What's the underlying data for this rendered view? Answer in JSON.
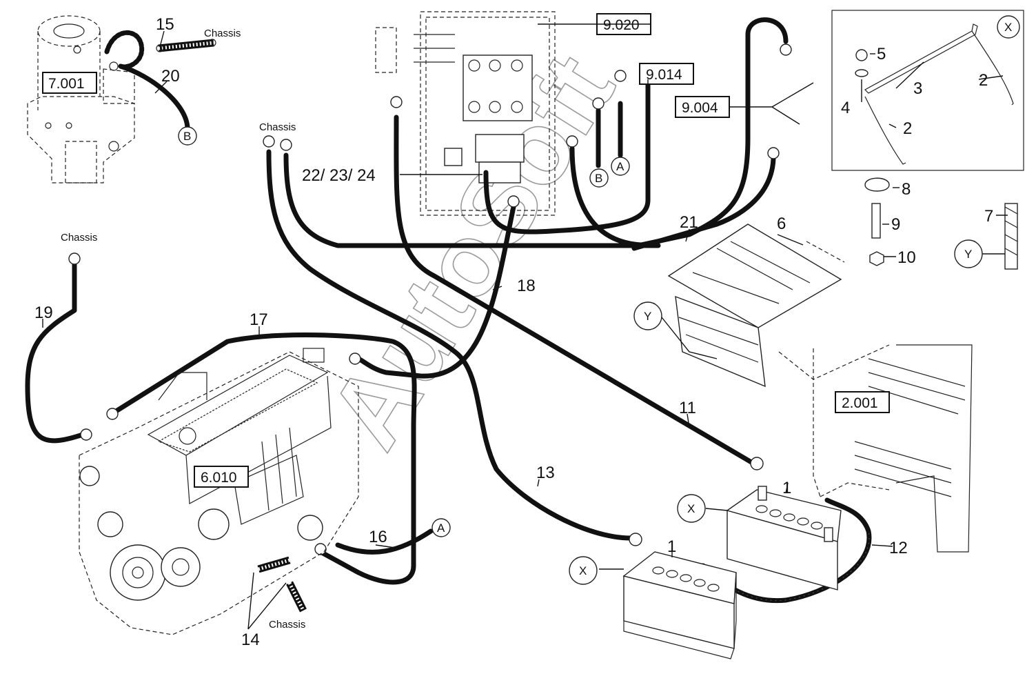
{
  "watermark": "AutoSoft",
  "reference_boxes": {
    "r7001": "7.001",
    "r9020": "9.020",
    "r9014": "9.014",
    "r9004": "9.004",
    "r6010": "6.010",
    "r2001": "2.001"
  },
  "callouts": {
    "n1a": "1",
    "n1b": "1",
    "n2a": "2",
    "n2b": "2",
    "n3": "3",
    "n4": "4",
    "n5": "5",
    "n6": "6",
    "n7": "7",
    "n8": "8",
    "n9": "9",
    "n10": "10",
    "n11": "11",
    "n12": "12",
    "n13": "13",
    "n14": "14",
    "n15": "15",
    "n16": "16",
    "n17": "17",
    "n18": "18",
    "n19": "19",
    "n20": "20",
    "n21": "21",
    "n222324": "22/ 23/ 24"
  },
  "chassis_labels": {
    "c1": "Chassis",
    "c2": "Chassis",
    "c3": "Chassis",
    "c4": "Chassis"
  },
  "connection_markers": {
    "a_top": "A",
    "a_bottom": "A",
    "b_top": "B",
    "b_mid": "B",
    "x_detail": "X",
    "x_battery1": "X",
    "x_battery2": "X",
    "y_panel": "Y",
    "y_detail": "Y"
  }
}
